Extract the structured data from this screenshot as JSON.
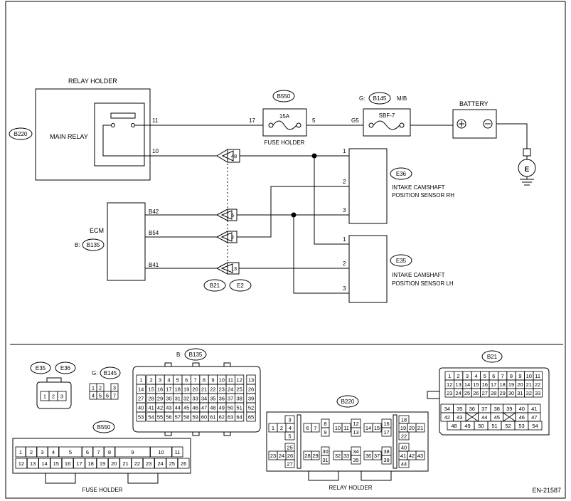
{
  "labels": {
    "relay_holder": "RELAY HOLDER",
    "main_relay": "MAIN RELAY",
    "b220": "B220",
    "b550": "B550",
    "fuse_rating": "15A",
    "fuse_holder": "FUSE HOLDER",
    "g_prefix": "G:",
    "b145": "B145",
    "mb": "M/B",
    "sbf7": "SBF-7",
    "battery": "BATTERY",
    "ground": "E",
    "ecm": "ECM",
    "b_prefix": "B:",
    "b135": "B135",
    "e36": "E36",
    "e36_name_1": "INTAKE CAMSHAFT",
    "e36_name_2": "POSITION SENSOR RH",
    "e35": "E35",
    "e35_name_1": "INTAKE CAMSHAFT",
    "e35_name_2": "POSITION SENSOR LH",
    "b21": "B21",
    "e2": "E2",
    "fuse_holder_bottom": "FUSE HOLDER",
    "relay_holder_bottom": "RELAY HOLDER",
    "fig_id": "EN-21587"
  },
  "pins": {
    "relay_11": "11",
    "relay_10": "10",
    "fuse_17": "17",
    "fuse_5": "5",
    "g5": "G5",
    "j48": "48",
    "j5": "5",
    "j2": "2",
    "j13": "13",
    "ecm_b42": "B42",
    "ecm_b54": "B54",
    "ecm_b41": "B41",
    "rh_1": "1",
    "rh_2": "2",
    "rh_3": "3",
    "lh_1": "1",
    "lh_2": "2",
    "lh_3": "3"
  },
  "connectors": {
    "e35_e36_pins": [
      "1",
      "2",
      "3"
    ],
    "b145_rows": [
      [
        "1",
        "2",
        "",
        "3"
      ],
      [
        "4",
        "5",
        "6",
        "7"
      ]
    ],
    "b135_rows": [
      [
        "1",
        "2",
        "3",
        "4",
        "5",
        "6",
        "7",
        "8",
        "9",
        "10",
        "11",
        "12",
        "13"
      ],
      [
        "14",
        "15",
        "16",
        "17",
        "18",
        "19",
        "20",
        "21",
        "22",
        "23",
        "24",
        "25",
        "26"
      ],
      [
        "27",
        "28",
        "29",
        "30",
        "31",
        "32",
        "33",
        "34",
        "35",
        "36",
        "37",
        "38",
        "39"
      ],
      [
        "40",
        "41",
        "42",
        "43",
        "44",
        "45",
        "46",
        "47",
        "48",
        "49",
        "50",
        "51",
        "52"
      ],
      [
        "53",
        "54",
        "55",
        "56",
        "57",
        "58",
        "59",
        "60",
        "61",
        "62",
        "63",
        "64",
        "65"
      ]
    ],
    "b21_rows": [
      [
        "1",
        "2",
        "3",
        "4",
        "5",
        "6",
        "7",
        "8",
        "9",
        "10",
        "11"
      ],
      [
        "12",
        "13",
        "14",
        "15",
        "16",
        "17",
        "18",
        "19",
        "20",
        "21",
        "22"
      ],
      [
        "23",
        "24",
        "25",
        "26",
        "27",
        "28",
        "29",
        "30",
        "31",
        "32",
        "33"
      ],
      [
        "34",
        "35",
        "36",
        "37",
        "38",
        "39",
        "40",
        "41"
      ],
      [
        "42",
        "43",
        "",
        "44",
        "45",
        "",
        "46",
        "47"
      ],
      [
        "48",
        "49",
        "50",
        "51",
        "52",
        "53",
        "54"
      ]
    ],
    "b550_rows": [
      [
        "1",
        "2",
        "3",
        "4",
        "5",
        "6",
        "7",
        "8",
        "9",
        "10",
        "11"
      ],
      [
        "12",
        "13",
        "14",
        "15",
        "16",
        "17",
        "18",
        "19",
        "20",
        "21",
        "22",
        "23",
        "24",
        "25",
        "26"
      ]
    ],
    "b220_groups": [
      [
        "3",
        "1",
        "2",
        "4",
        "5"
      ],
      [
        "6",
        "7",
        "8",
        "9"
      ],
      [
        "10",
        "11",
        "12",
        "13"
      ],
      [
        "14",
        "15",
        "16",
        "17"
      ],
      [
        "18",
        "19",
        "20",
        "21",
        "22"
      ],
      [
        "25",
        "23",
        "24",
        "26",
        "27"
      ],
      [
        "28",
        "29",
        "30",
        "31"
      ],
      [
        "32",
        "33",
        "34",
        "35"
      ],
      [
        "36",
        "37",
        "38",
        "39"
      ],
      [
        "40",
        "41",
        "42",
        "43",
        "44"
      ]
    ]
  }
}
